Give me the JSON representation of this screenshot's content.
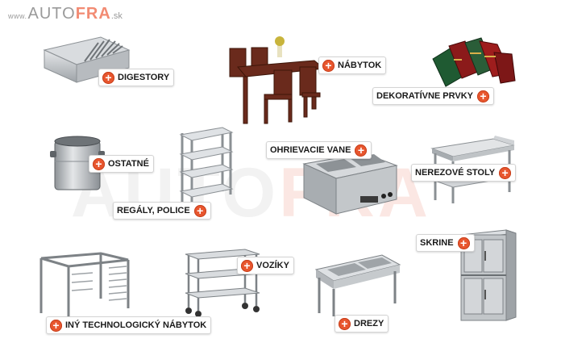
{
  "logo": {
    "www": "www.",
    "auto": "AUTO",
    "fra": "FRA",
    "sk": ".sk"
  },
  "watermark": {
    "auto": "AUTO",
    "fra": "FRA"
  },
  "colors": {
    "accent": "#e8562e",
    "logo_accent": "#f28b73",
    "steel": "#c7cacd"
  },
  "categories": [
    {
      "key": "digestory",
      "label": "DIGESTORY",
      "icon": "plus-icon"
    },
    {
      "key": "nabytok",
      "label": "NÁBYTOK",
      "icon": "plus-icon"
    },
    {
      "key": "dekorativne",
      "label": "DEKORATÍVNE PRVKY",
      "icon": "plus-icon"
    },
    {
      "key": "ostatne",
      "label": "OSTATNÉ",
      "icon": "plus-icon"
    },
    {
      "key": "regaly",
      "label": "REGÁLY, POLICE",
      "icon": "plus-icon"
    },
    {
      "key": "ohrievacie",
      "label": "OHRIEVACIE VANE",
      "icon": "plus-icon"
    },
    {
      "key": "nerezove",
      "label": "NEREZOVÉ STOLY",
      "icon": "plus-icon"
    },
    {
      "key": "skrine",
      "label": "SKRINE",
      "icon": "plus-icon"
    },
    {
      "key": "voziky",
      "label": "VOZÍKY",
      "icon": "plus-icon"
    },
    {
      "key": "iny",
      "label": "INÝ TECHNOLOGICKÝ NÁBYTOK",
      "icon": "plus-icon"
    },
    {
      "key": "drezy",
      "label": "DREZY",
      "icon": "plus-icon"
    }
  ]
}
